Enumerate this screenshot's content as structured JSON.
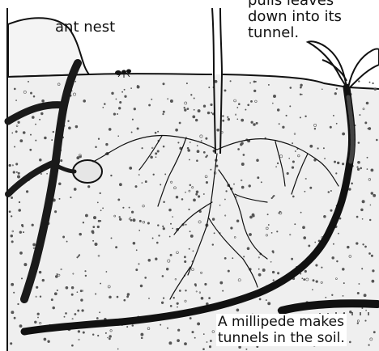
{
  "labels": {
    "ant_nest": "ant nest",
    "worm_caption": [
      "pulls leaves",
      "down into its",
      "tunnel."
    ],
    "millipede_caption": [
      "A millipede makes",
      "tunnels in the soil."
    ]
  },
  "colors": {
    "ink": "#111111",
    "paper": "#ffffff",
    "soil_speckle": "#555555"
  }
}
